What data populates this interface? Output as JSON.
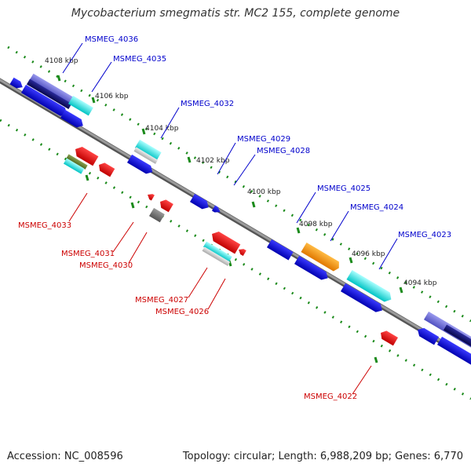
{
  "title": "Mycobacterium smegmatis str. MC2 155, complete genome",
  "footer": {
    "accession": "Accession: NC_008596",
    "summary": "Topology: circular; Length: 6,988,209 bp; Genes: 6,770"
  },
  "colors": {
    "backbone": "#8a8a8a",
    "tick": "#1a8a1a",
    "forward_label": "#0000cc",
    "reverse_label": "#cc0000",
    "gene_blue": "#0a0ae0",
    "gene_cyan": "#00e5e5",
    "gene_orange": "#ff9900",
    "gene_red": "#ee1111",
    "gene_purple": "#6f6fd8",
    "gene_navy": "#11117a",
    "gene_gray": "#777777"
  },
  "kbp_labels": [
    "4108 kbp",
    "4106 kbp",
    "4104 kbp",
    "4102 kbp",
    "4100 kbp",
    "4098 kbp",
    "4096 kbp",
    "4094 kbp"
  ],
  "forward_genes": [
    "MSMEG_4036",
    "MSMEG_4035",
    "MSMEG_4032",
    "MSMEG_4029",
    "MSMEG_4028",
    "MSMEG_4025",
    "MSMEG_4024",
    "MSMEG_4023"
  ],
  "reverse_genes": [
    "MSMEG_4033",
    "MSMEG_4031",
    "MSMEG_4030",
    "MSMEG_4027",
    "MSMEG_4026",
    "MSMEG_4022"
  ]
}
